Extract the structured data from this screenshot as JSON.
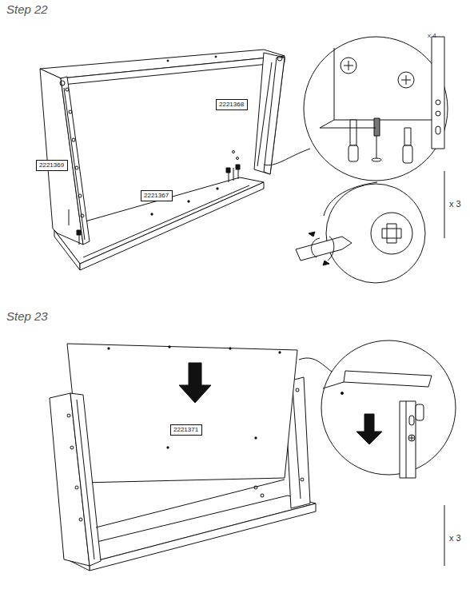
{
  "diagram": {
    "nodes": [
      {
        "text": [
          "2221368"
        ]
      },
      {
        "text": [
          "2221369"
        ]
      },
      {
        "text": [
          "2221367"
        ]
      },
      {
        "text": [
          "2221371"
        ]
      }
    ],
    "edges": [],
    "labels": [
      "Step 22",
      "x 4",
      "x 3",
      "Step 23",
      "x 3"
    ]
  }
}
